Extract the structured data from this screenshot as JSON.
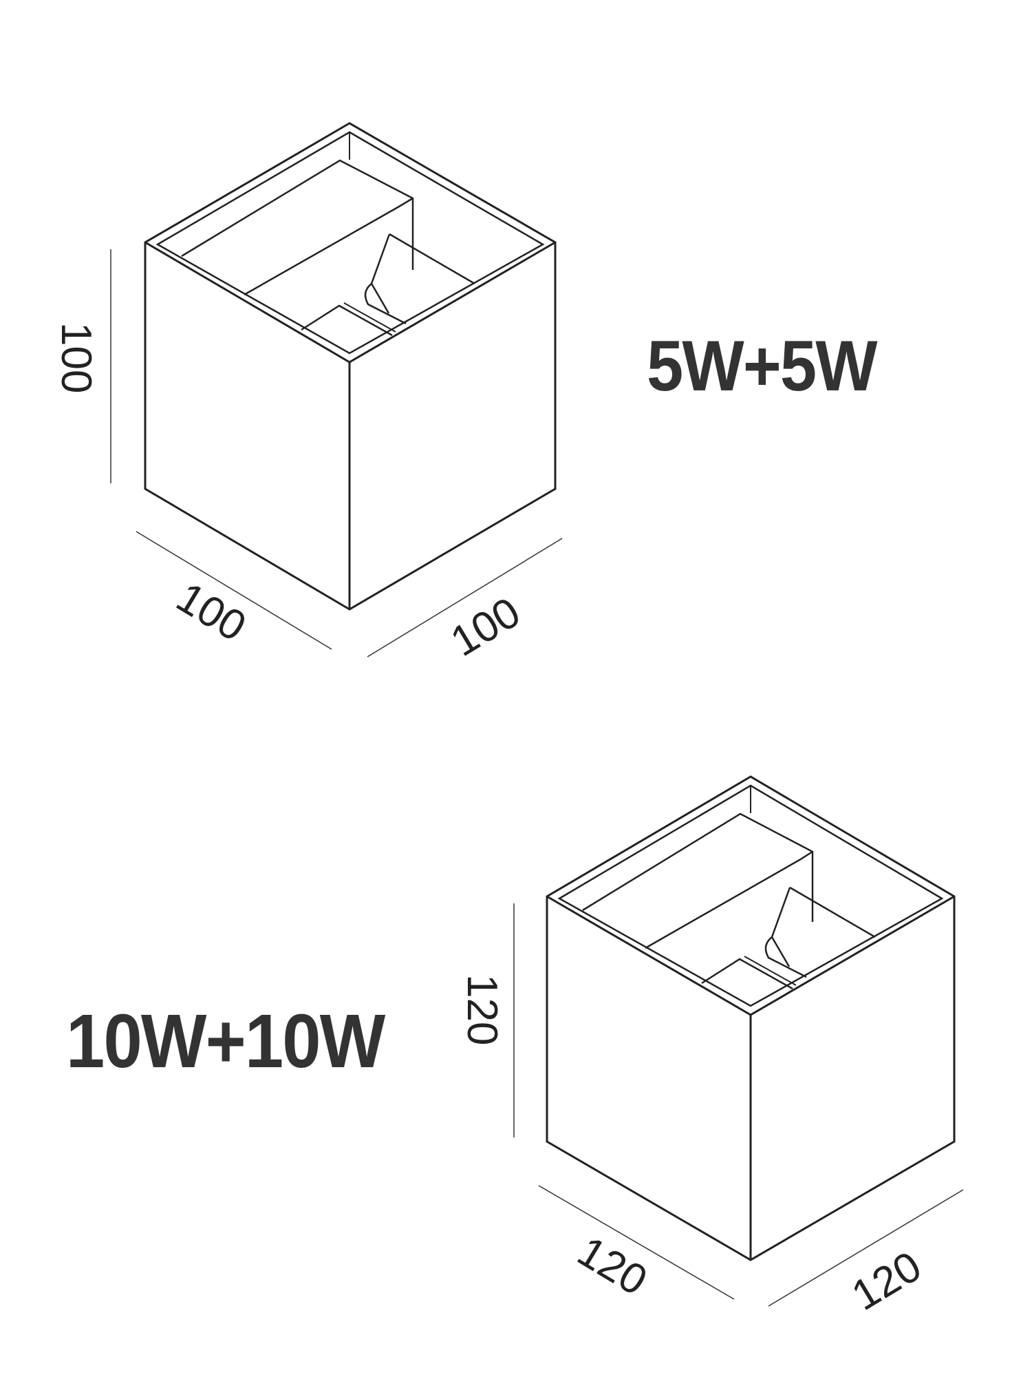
{
  "diagram": {
    "type": "product-dimension-drawing",
    "stroke_color": "#222222",
    "text_color": "#333333",
    "products": [
      {
        "id": "small",
        "power_label": "5W+5W",
        "dimensions": {
          "height": "100",
          "width": "100",
          "depth": "100"
        }
      },
      {
        "id": "large",
        "power_label": "10W+10W",
        "dimensions": {
          "height": "120",
          "width": "120",
          "depth": "120"
        }
      }
    ]
  }
}
